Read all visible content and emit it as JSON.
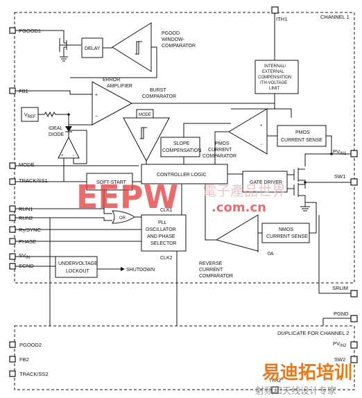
{
  "channel1": {
    "title": "CHANNEL 1",
    "pins_left": {
      "pgood1": "PGOOD1",
      "fb1": "FB1",
      "mode": "MODE",
      "track_ss1": "TRACK/SS1",
      "run1": "RUN1",
      "run2": "RUN2",
      "rt_sync": "R",
      "rt_sync_sub": "T",
      "rt_sync_suffix": "/SYNC",
      "phase": "PHASE",
      "svin": "SV",
      "svin_sub": "IN",
      "sgnd": "SGND"
    },
    "pins_right": {
      "ith1": "ITH1",
      "pvin1": "PV",
      "pvin1_sub": "IN1",
      "sw1": "SW1",
      "srlim": "SRLIM",
      "pgnd": "PGND"
    },
    "blocks": {
      "delay": "DELAY",
      "pgood_comp_1": "PGOOD",
      "pgood_comp_2": "WINDOW-",
      "pgood_comp_3": "COMPARATOR",
      "ith_limit_1": "INTERNAL/",
      "ith_limit_2": "EXTERNAL",
      "ith_limit_3": "COMPENSATION",
      "ith_limit_4": "ITH-VOLTAGE",
      "ith_limit_5": "LIMIT",
      "error_amp_1": "ERROR",
      "error_amp_2": "AMPLIFIER",
      "burst_comp_1": "BURST",
      "burst_comp_2": "COMPARATOR",
      "mode_label": "MODE",
      "vref": "V",
      "vref_sub": "REF",
      "ideal_diode_1": "IDEAL",
      "ideal_diode_2": "DIODE",
      "slope_comp_1": "SLOPE",
      "slope_comp_2": "COMPENSATION",
      "pmos_comp_1": "PMOS",
      "pmos_comp_2": "CURRENT",
      "pmos_comp_3": "COMPARATOR",
      "pmos_sense_1": "PMOS",
      "pmos_sense_2": "CURRENT SENSE",
      "soft_start": "SOFT-START",
      "controller_logic": "CONTROLLER LOGIC",
      "gate_driver": "GATE DRIVER",
      "or_gate": "OR",
      "clk1": "CLK1",
      "clk2": "CLK2",
      "pll_1": "PLL",
      "pll_2": "OSCILLATOR",
      "pll_3": "AND PHASE",
      "pll_4": "SELECTOR",
      "nmos_sense_1": "NMOS",
      "nmos_sense_2": "CURRENT SENSE",
      "zero_a": "0A",
      "uvlo_1": "UNDERVOLTAGE",
      "uvlo_2": "LOCKOUT",
      "shutdown": "SHUTDOWN",
      "reverse_comp_1": "REVERSE",
      "reverse_comp_2": "CURRENT",
      "reverse_comp_3": "COMPARATOR",
      "plus": "+",
      "minus": "−"
    }
  },
  "channel2": {
    "title": "DUPLICATE FOR CHANNEL 2",
    "pins": {
      "pgood2": "PGOOD2",
      "fb2": "FB2",
      "track_ss2": "TRACK/SS2",
      "pvin2": "PV",
      "pvin2_sub": "IN2",
      "sw2": "SW2",
      "ith2": "ITH2"
    }
  },
  "watermark": {
    "logo": "EEPW",
    "cn_name": "電子產品世界",
    "url": ".com.cn",
    "brand": "易迪拓培训",
    "tagline": "射频和天线设计专家"
  }
}
